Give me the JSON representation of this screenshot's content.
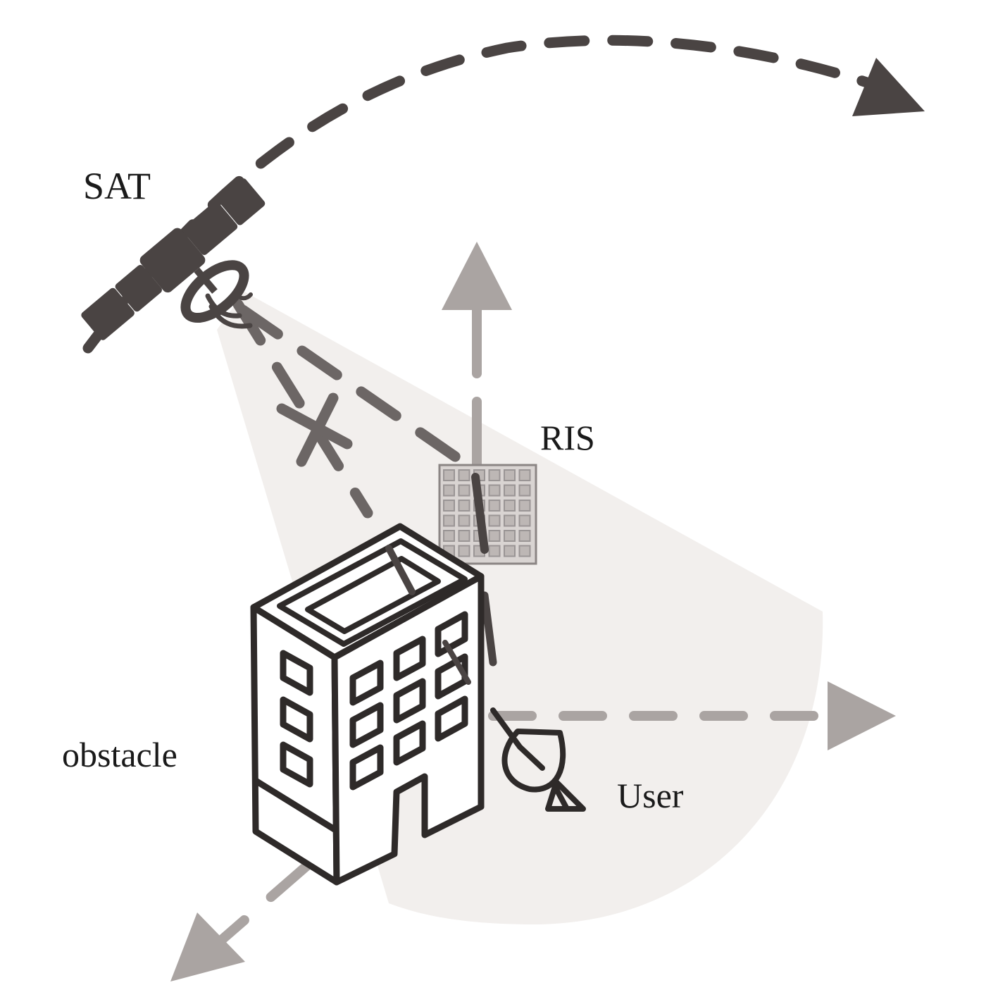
{
  "labels": {
    "sat": "SAT",
    "ris": "RIS",
    "obstacle": "obstacle",
    "user": "User"
  },
  "colors": {
    "dark": "#4a4443",
    "grey_arrow": "#aaa4a2",
    "beam_fill": "#f2efed",
    "ris_grid": "#9a9595",
    "building_stroke": "#2e2a29"
  }
}
